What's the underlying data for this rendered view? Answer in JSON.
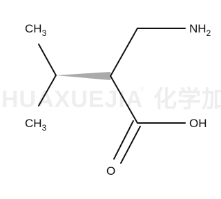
{
  "watermark": {
    "text": "HUAXUEJIA",
    "registered": "®",
    "cjk": "化学加"
  },
  "atoms": {
    "top_methyl": {
      "base": "CH",
      "sub": "3"
    },
    "bottom_methyl": {
      "base": "CH",
      "sub": "3"
    },
    "amine": {
      "base": "NH",
      "sub": "2"
    },
    "hydroxyl": {
      "base": "OH"
    },
    "carbonyl_oxygen": {
      "base": "O"
    }
  }
}
